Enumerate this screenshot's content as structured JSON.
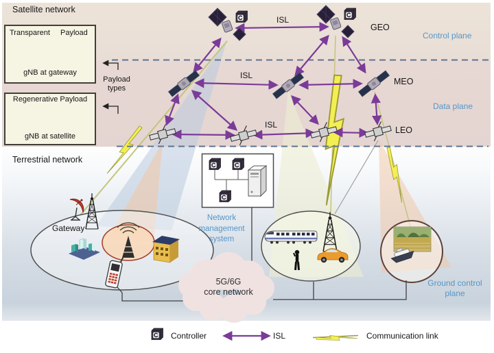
{
  "header": {
    "satellite_network": "Satellite network",
    "terrestrial_network": "Terrestrial network"
  },
  "planes": {
    "control": "Control plane",
    "data": "Data plane",
    "ground": "Ground control plane"
  },
  "orbits": {
    "geo": "GEO",
    "meo": "MEO",
    "leo": "LEO"
  },
  "isl_labels": {
    "geo_row": "ISL",
    "meo_row": "ISL",
    "leo_row": "ISL"
  },
  "payload": {
    "pointer_label": "Payload types",
    "transparent": {
      "word1": "Transparent",
      "word2": "Payload",
      "gnb": "gNB",
      "caption": "gNB at gateway"
    },
    "regenerative": {
      "title": "Regenerative Payload",
      "gnb": "gNB",
      "caption": "gNB at satellite"
    }
  },
  "ground": {
    "gateway": "Gateway",
    "nms": "Network management system",
    "core_line1": "5G/6G",
    "core_line2": "core network"
  },
  "legend": {
    "controller": "Controller",
    "isl": "ISL",
    "communication_link": "Communication link"
  },
  "colors": {
    "isl_arrow": "#7b3b99",
    "bolt_fill": "#f3ef52",
    "bolt_stroke": "#9a9a35",
    "plane_label": "#5596c8",
    "dashed_line": "#5c7391",
    "cone_blue": "#b9cadf",
    "cone_peach": "#f2c6a4",
    "cone_pale": "#ececd2",
    "box_bg": "#f6f4e3"
  }
}
